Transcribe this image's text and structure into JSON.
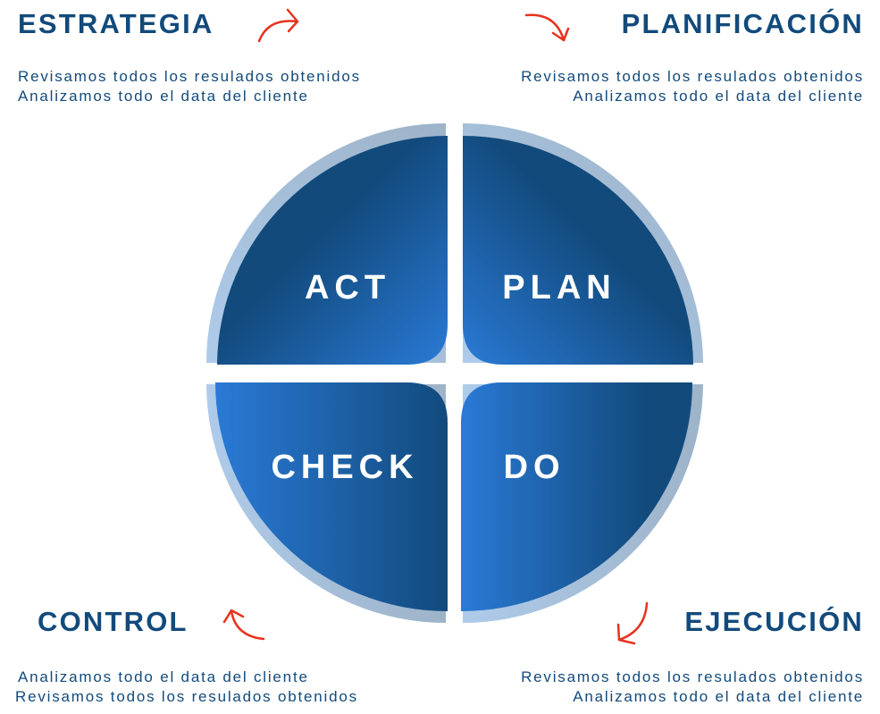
{
  "sections": {
    "strategy": {
      "title": "ESTRATEGIA",
      "lines": [
        "Revisamos todos los resulados obtenidos",
        "Analizamos todo el data del cliente"
      ]
    },
    "planning": {
      "title": "PLANIFICACIÓN",
      "lines": [
        "Revisamos todos los resulados obtenidos",
        "Analizamos todo el data del cliente"
      ]
    },
    "control": {
      "title": "CONTROL",
      "lines": [
        "Analizamos todo el data del cliente",
        "Revisamos todos los resulados obtenidos"
      ]
    },
    "execution": {
      "title": "EJECUCIÓN",
      "lines": [
        "Revisamos todos los resulados obtenidos",
        "Analizamos todo el data del cliente"
      ]
    }
  },
  "cycle": {
    "act": "ACT",
    "plan": "PLAN",
    "check": "CHECK",
    "do": "DO"
  },
  "colors": {
    "text": "#124a7c",
    "arrow": "#e8321e",
    "quad_dark": "#124a7c",
    "quad_light": "#2a7ad6",
    "ring": "#a8c4e0"
  }
}
